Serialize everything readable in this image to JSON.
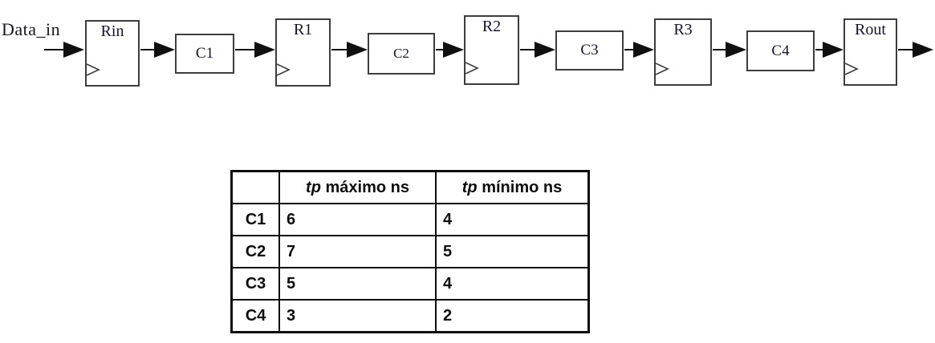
{
  "diagram": {
    "input_label": "Data_in",
    "nodes": [
      {
        "type": "register",
        "label": "Rin"
      },
      {
        "type": "logic",
        "label": "C1"
      },
      {
        "type": "register",
        "label": "R1"
      },
      {
        "type": "logic",
        "label": "C2"
      },
      {
        "type": "register",
        "label": "R2"
      },
      {
        "type": "logic",
        "label": "C3"
      },
      {
        "type": "register",
        "label": "R3"
      },
      {
        "type": "logic",
        "label": "C4"
      },
      {
        "type": "register",
        "label": "Rout"
      }
    ]
  },
  "table": {
    "headers": [
      {
        "italic": "",
        "text": ""
      },
      {
        "italic": "tp",
        "text": " máximo ns"
      },
      {
        "italic": "tp",
        "text": " mínimo ns"
      }
    ],
    "rows": [
      {
        "label": "C1",
        "tp_max": "6",
        "tp_min": "4"
      },
      {
        "label": "C2",
        "tp_max": "7",
        "tp_min": "5"
      },
      {
        "label": "C3",
        "tp_max": "5",
        "tp_min": "4"
      },
      {
        "label": "C4",
        "tp_max": "3",
        "tp_min": "2"
      }
    ]
  }
}
